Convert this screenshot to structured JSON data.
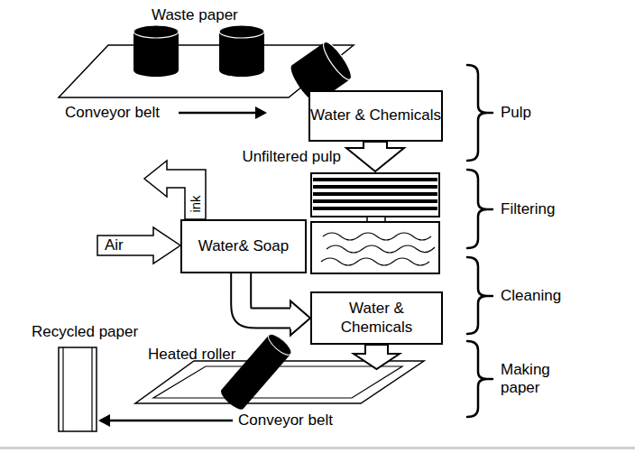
{
  "diagram": {
    "nodes": [
      {
        "text": [
          "Water & Chemicals"
        ]
      },
      {
        "text": [
          "Water& Soap"
        ]
      },
      {
        "text": [
          "Water & Chemicals"
        ]
      }
    ],
    "edges": [
      {
        "from": 1,
        "to": 2,
        "arrow": "to"
      }
    ],
    "labels": [
      "Waste paper",
      "Conveyor belt",
      "Pulp",
      "Unfiltered pulp",
      "ink",
      "Filtering",
      "Air",
      "Cleaning",
      "Recycled paper",
      "Heated roller",
      "Making paper",
      "Conveyor belt"
    ]
  }
}
